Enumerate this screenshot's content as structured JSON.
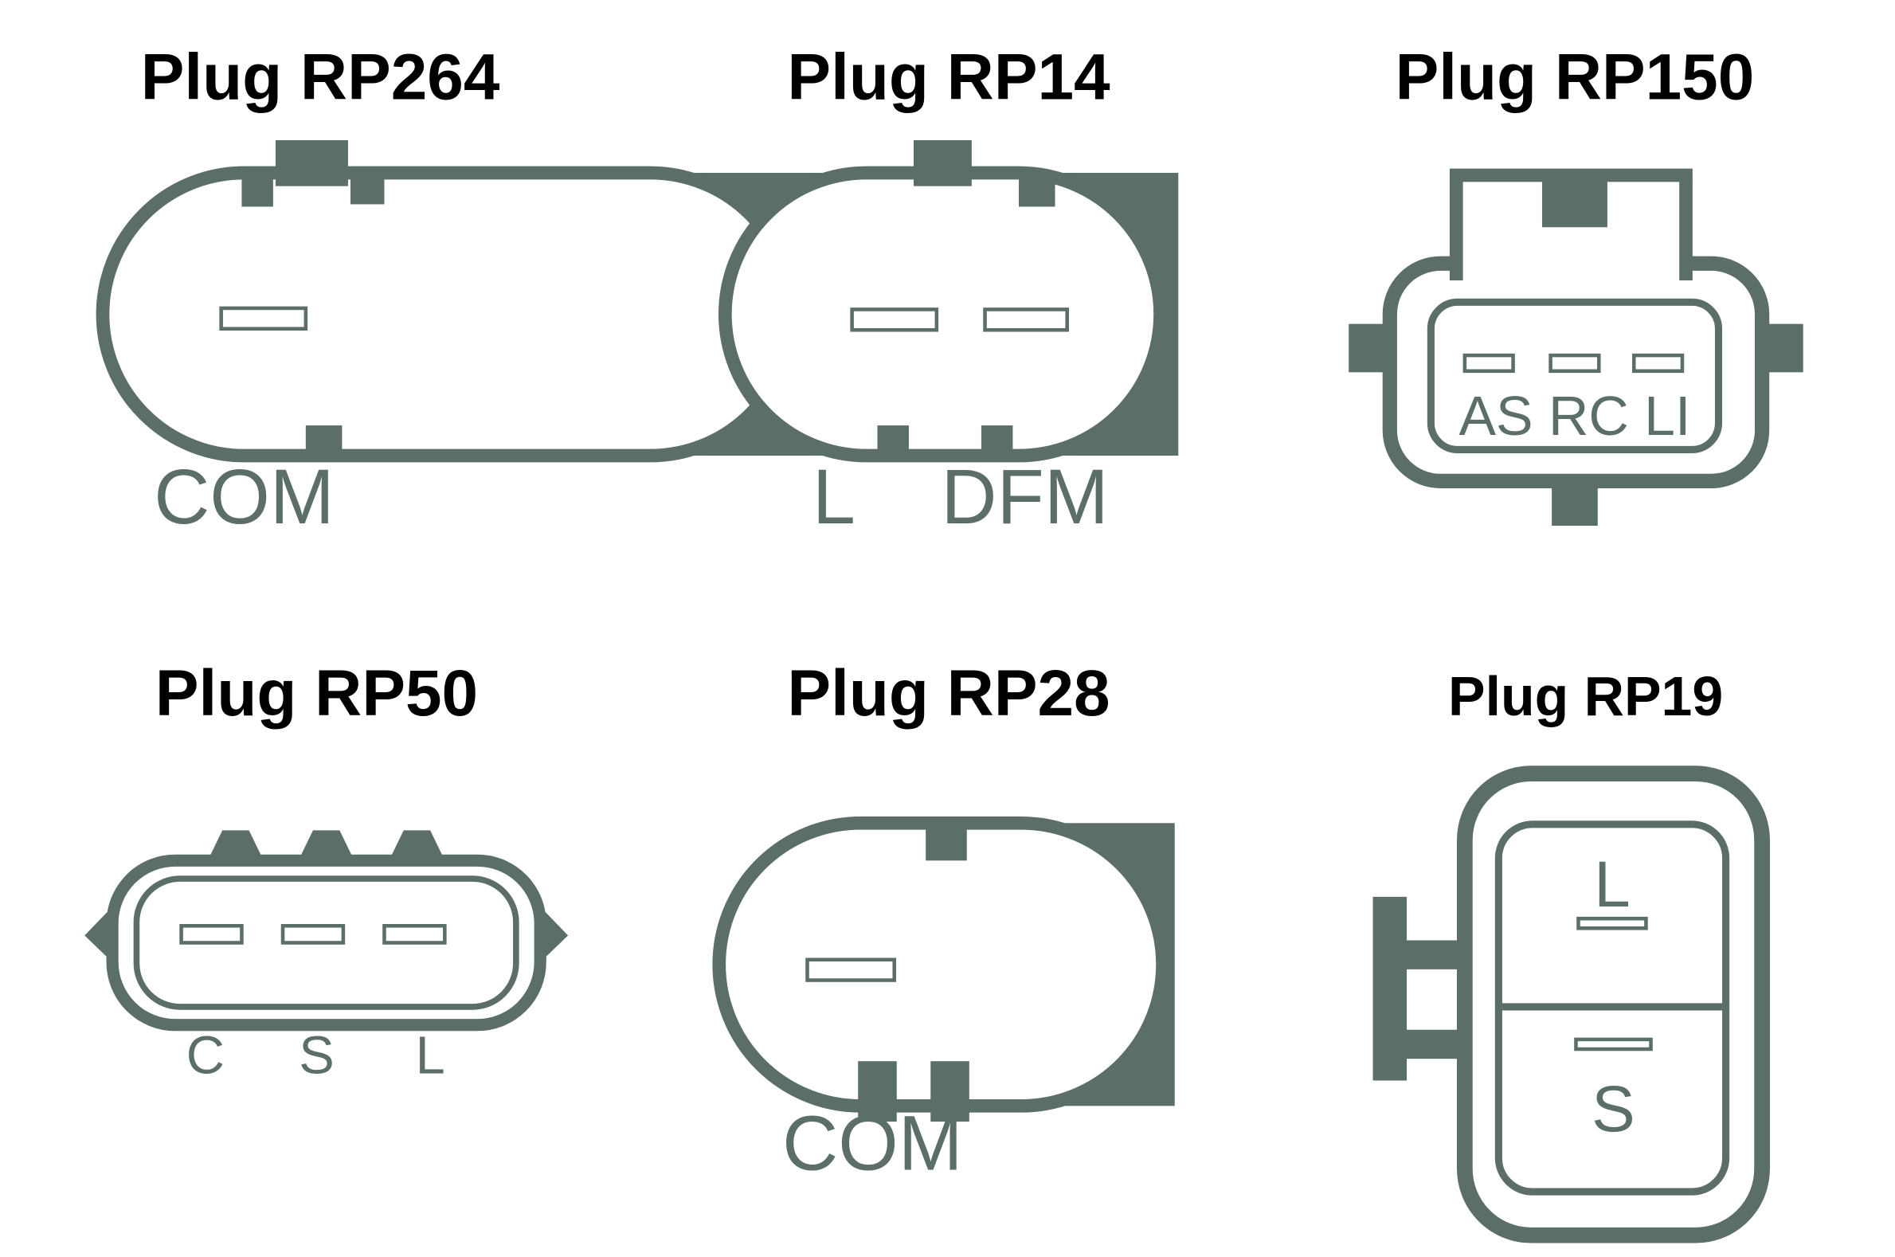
{
  "colors": {
    "primary": "#5b6e68",
    "title_text": "#000000",
    "background": "#ffffff"
  },
  "plugs": [
    {
      "title": "Plug RP264",
      "labels": {
        "com": "COM"
      }
    },
    {
      "title": "Plug RP14",
      "labels": {
        "l": "L",
        "dfm": "DFM"
      }
    },
    {
      "title": "Plug RP150",
      "labels": {
        "pins": "AS RC LI"
      }
    },
    {
      "title": "Plug RP50",
      "labels": {
        "c": "C",
        "s": "S",
        "l": "L"
      }
    },
    {
      "title": "Plug RP28",
      "labels": {
        "com": "COM"
      }
    },
    {
      "title": "Plug RP19",
      "labels": {
        "l": "L",
        "s": "S"
      }
    }
  ]
}
